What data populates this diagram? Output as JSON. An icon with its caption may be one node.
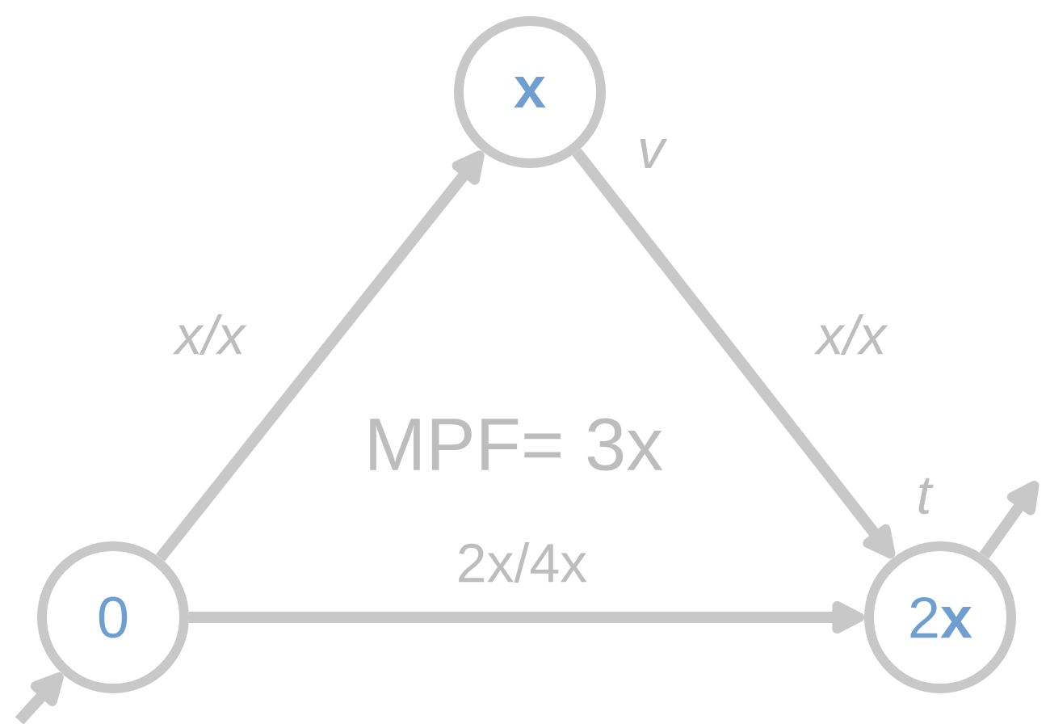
{
  "diagram": {
    "nodes": [
      {
        "text": [
          "0"
        ]
      },
      {
        "text": [
          "**x**"
        ],
        "beside": [
          "v"
        ]
      },
      {
        "text": [
          "2**x**"
        ],
        "beside": [
          "t"
        ]
      }
    ],
    "edges": [
      {
        "from": 0,
        "to": 1,
        "arrow": "to",
        "label": "x/x"
      },
      {
        "from": 1,
        "to": 2,
        "arrow": "to",
        "label": "x/x"
      },
      {
        "from": 0,
        "to": 2,
        "arrow": "to",
        "label": "2x/4x"
      },
      {
        "from": null,
        "to": 0,
        "arrow": "to"
      },
      {
        "from": 2,
        "to": null,
        "arrow": "to"
      }
    ],
    "labels": [
      "MPF= 3x"
    ]
  }
}
